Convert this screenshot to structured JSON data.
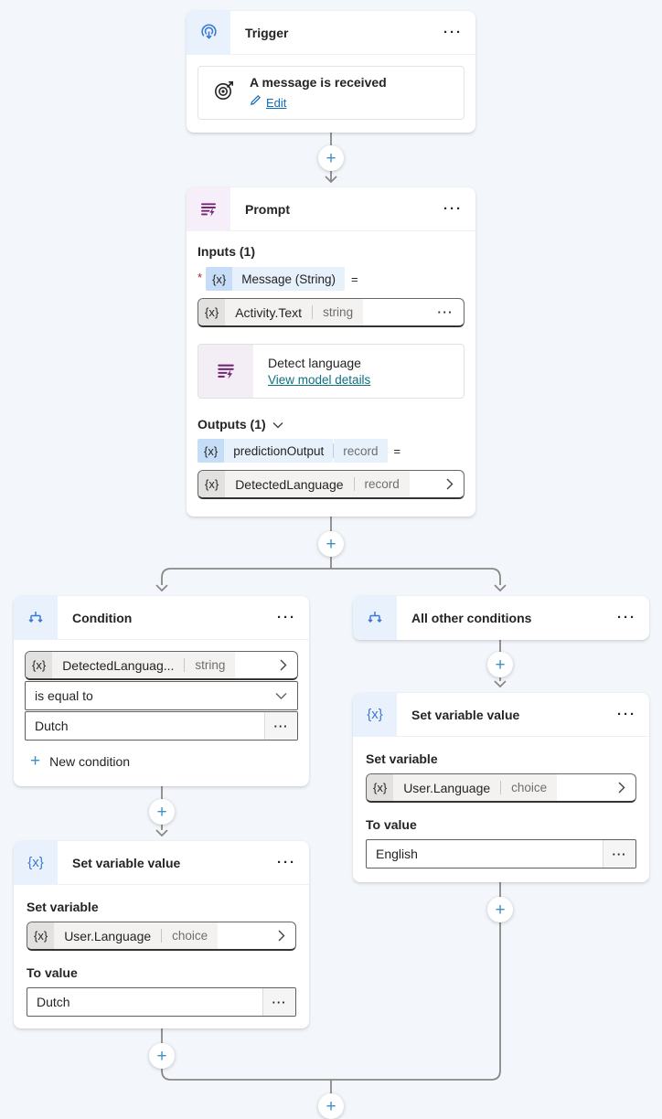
{
  "colors": {
    "canvas_bg": "#f3f7fb",
    "accent_blue": "#3b78d4",
    "accent_purple": "#742774",
    "plus_blue": "#3f8fc5",
    "link_blue": "#0f6cbd",
    "link_teal": "#0e7180",
    "connector_gray": "#8a8886",
    "token_blue_bg": "#e7f1fc",
    "token_blue_chip": "#c5ddf6",
    "token_gray_bg": "#f3f2f1",
    "token_gray_chip": "#e3e1df"
  },
  "menu_dots": "···",
  "nodes": {
    "trigger": {
      "title": "Trigger",
      "card": {
        "label": "A message is received",
        "edit_label": "Edit"
      }
    },
    "prompt": {
      "title": "Prompt",
      "inputs_heading": "Inputs (1)",
      "required_marker": "*",
      "input_pill": {
        "chip": "{x}",
        "label": "Message (String)",
        "equals": "="
      },
      "input_field": {
        "chip": "{x}",
        "label": "Activity.Text",
        "type": "string",
        "menu": "···"
      },
      "model_card": {
        "label": "Detect language",
        "link": "View model details"
      },
      "outputs_heading": "Outputs (1)",
      "output_pill": {
        "chip": "{x}",
        "label": "predictionOutput",
        "type": "record",
        "equals": "="
      },
      "output_field": {
        "chip": "{x}",
        "label": "DetectedLanguage",
        "type": "record"
      }
    },
    "condition": {
      "title": "Condition",
      "field": {
        "chip": "{x}",
        "label": "DetectedLanguag...",
        "type": "string"
      },
      "operator": "is equal to",
      "value": "Dutch",
      "value_menu": "···",
      "new_condition_label": "New condition",
      "new_condition_plus": "+"
    },
    "all_other": {
      "title": "All other conditions"
    },
    "set_var_left": {
      "title": "Set variable value",
      "icon_glyph": "{x}",
      "set_label": "Set variable",
      "var_field": {
        "chip": "{x}",
        "label": "User.Language",
        "type": "choice"
      },
      "to_label": "To value",
      "value": "Dutch",
      "value_menu": "···"
    },
    "set_var_right": {
      "title": "Set variable value",
      "icon_glyph": "{x}",
      "set_label": "Set variable",
      "var_field": {
        "chip": "{x}",
        "label": "User.Language",
        "type": "choice"
      },
      "to_label": "To value",
      "value": "English",
      "value_menu": "···"
    }
  },
  "plus_button_glyph": "+"
}
